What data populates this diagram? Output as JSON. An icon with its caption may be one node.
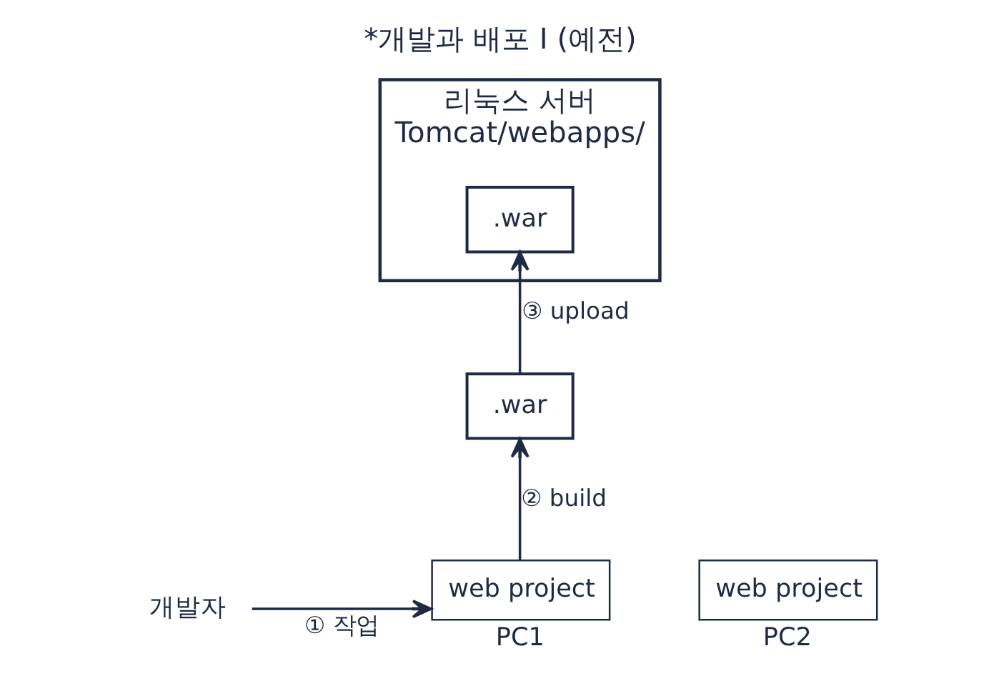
{
  "diagram": {
    "title": "*개발과 배포 I (예전)",
    "nodes": [
      {
        "text": [
          "리눅스 서버",
          "Tomcat/webapps/"
        ]
      },
      {
        "text": [
          ".war"
        ],
        "in": 0
      },
      {
        "text": [
          ".war"
        ]
      },
      {
        "text": [
          "개발자"
        ]
      },
      {
        "text": [
          "web project"
        ],
        "beside": [
          "PC1"
        ]
      },
      {
        "text": [
          "web project"
        ],
        "beside": [
          "PC2"
        ]
      }
    ],
    "edges": [
      {
        "from": 3,
        "to": 4,
        "arrow": "to",
        "label": "① 작업"
      },
      {
        "from": 4,
        "to": 2,
        "arrow": "to",
        "label": "② build"
      },
      {
        "from": 2,
        "to": 1,
        "arrow": "to",
        "label": "③ upload"
      }
    ]
  }
}
